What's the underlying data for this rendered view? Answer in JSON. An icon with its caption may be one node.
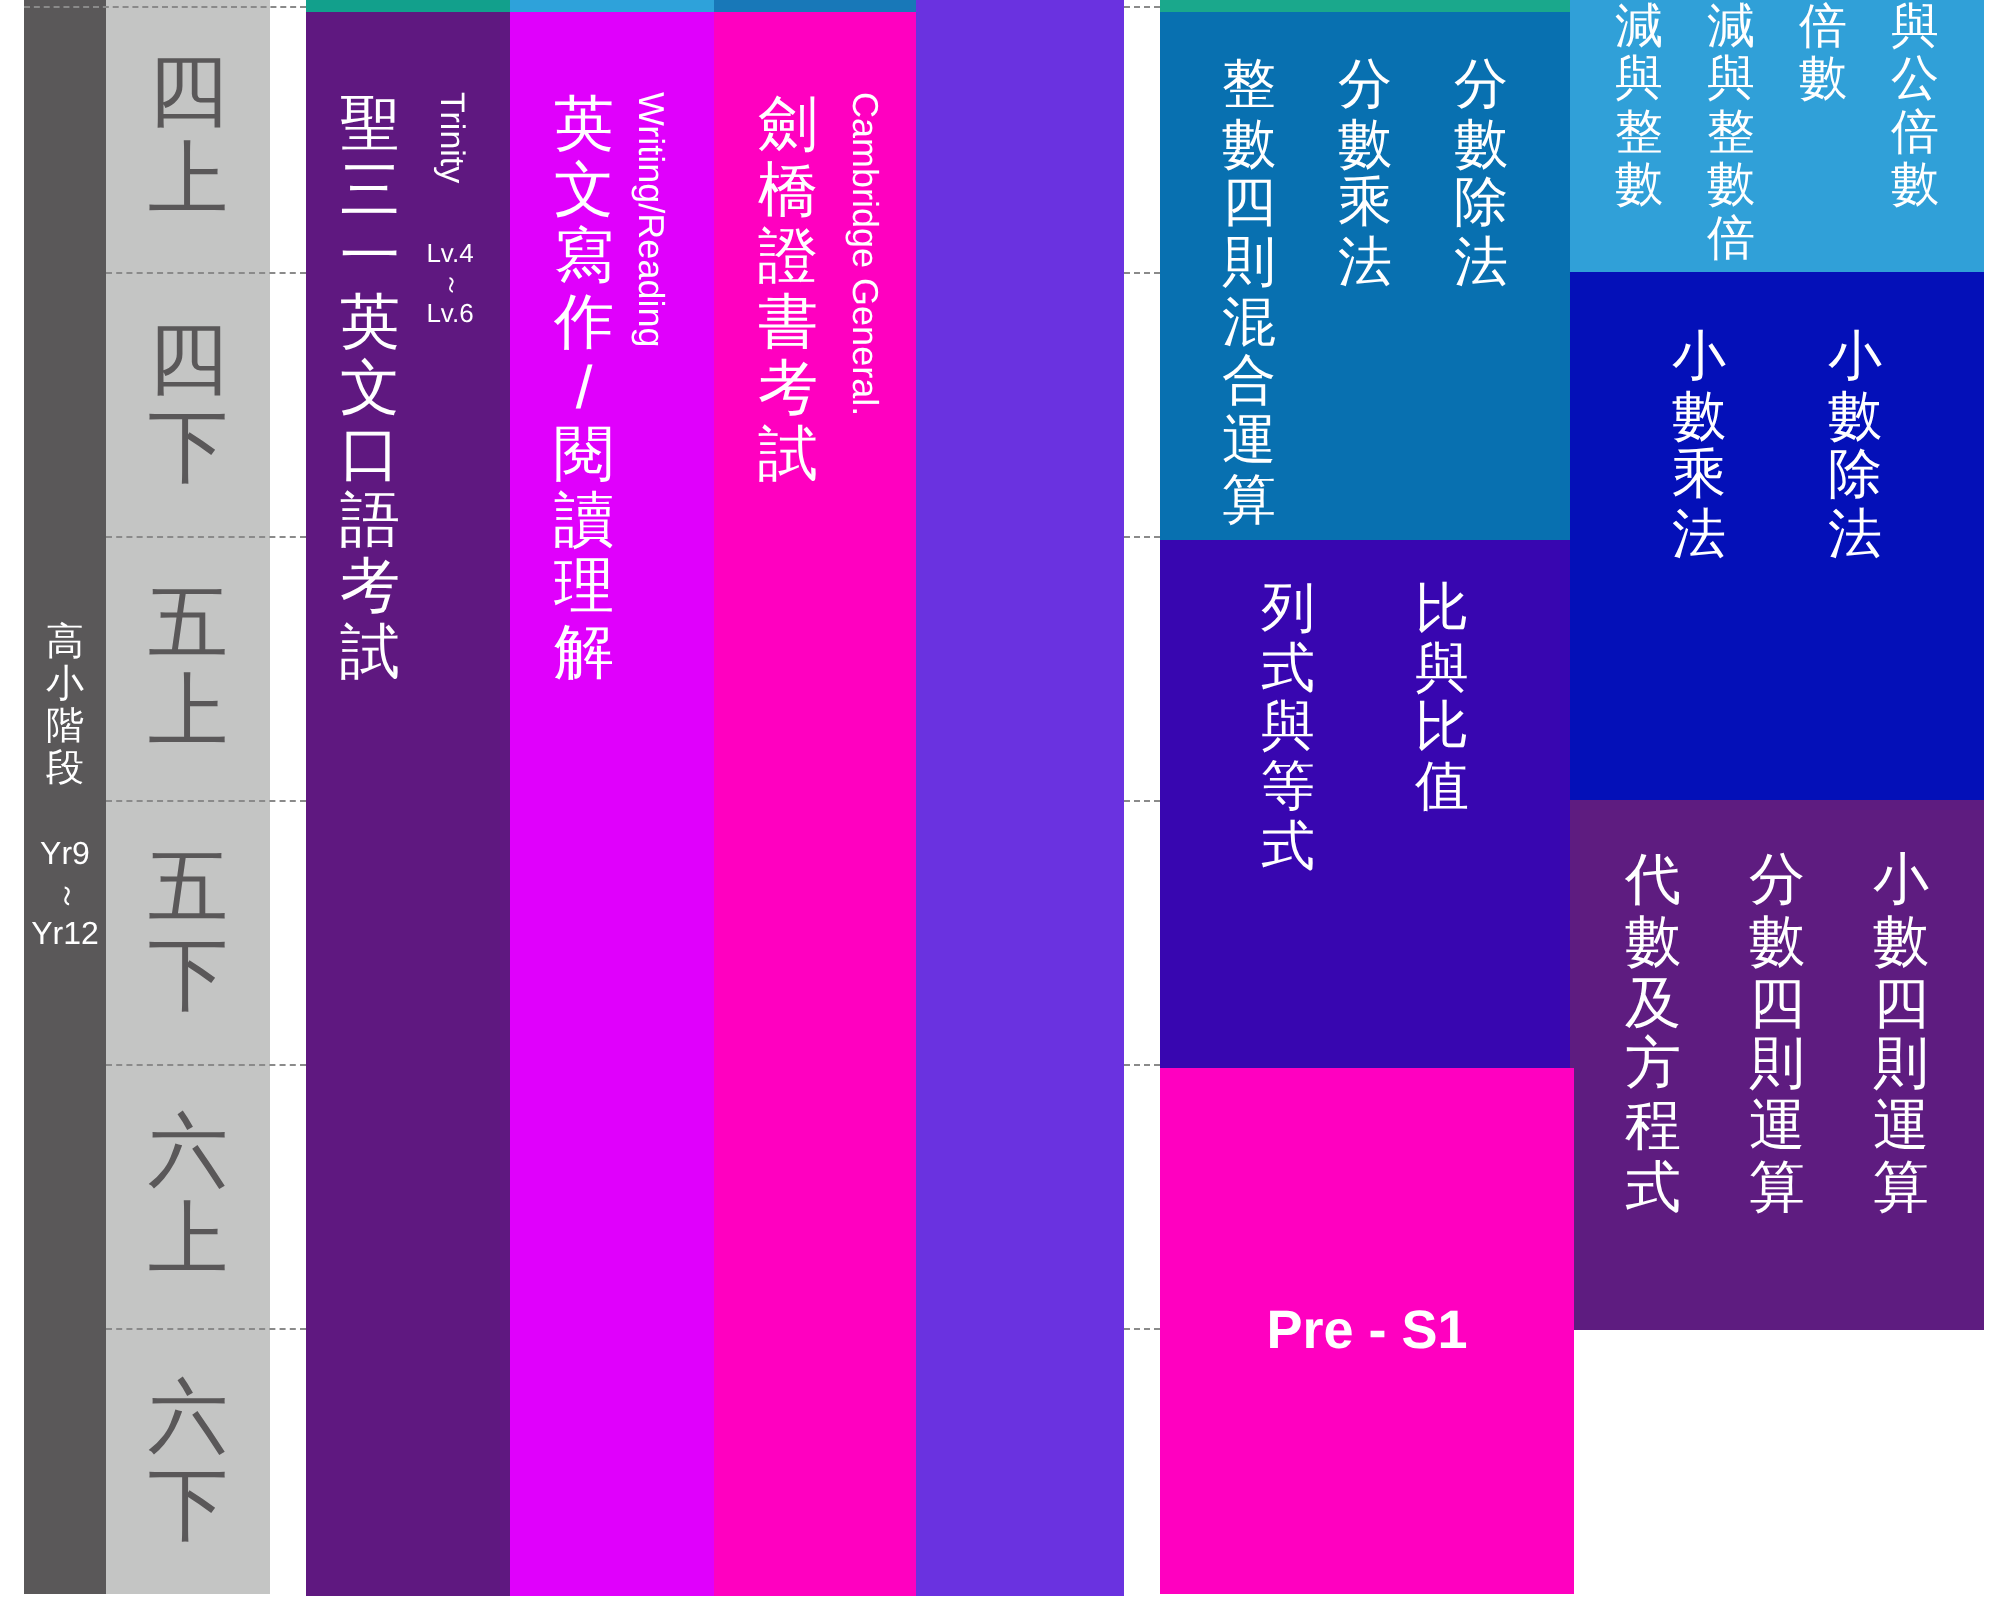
{
  "diagram": {
    "nodes": [
      {
        "text": [
          "高小階段",
          "Yr9 ～ Yr12"
        ]
      },
      {
        "text": [
          "四上"
        ]
      },
      {
        "text": [
          "四下"
        ]
      },
      {
        "text": [
          "五上"
        ]
      },
      {
        "text": [
          "五下"
        ]
      },
      {
        "text": [
          "六上"
        ]
      },
      {
        "text": [
          "六下"
        ]
      },
      {
        "text": [],
        "shape": "bar"
      },
      {
        "text": [],
        "shape": "bar"
      },
      {
        "text": [],
        "shape": "bar"
      },
      {
        "text": [
          "聖三一英文口語考試",
          "Trinity",
          "Lv.4 ～ Lv.6"
        ]
      },
      {
        "text": [
          "英文寫作 / 閱讀理解",
          "Writing/Reading"
        ]
      },
      {
        "text": [
          "劍橋證書考試",
          "Cambridge General."
        ]
      },
      {
        "text": [],
        "shape": "bar"
      },
      {
        "text": [],
        "shape": "bar"
      },
      {
        "text": [
          "減與整數",
          "減與整數倍",
          "倍數",
          "與公倍數"
        ]
      },
      {
        "text": [
          "整數四則混合運算",
          "分數乘法",
          "分數除法"
        ]
      },
      {
        "text": [
          "小數乘法",
          "小數除法"
        ]
      },
      {
        "text": [
          "列式與等式",
          "比與比值"
        ]
      },
      {
        "text": [
          "代數及方程式",
          "分數四則運算",
          "小數四則運算"
        ]
      },
      {
        "text": [
          "Pre - S1"
        ]
      }
    ]
  }
}
